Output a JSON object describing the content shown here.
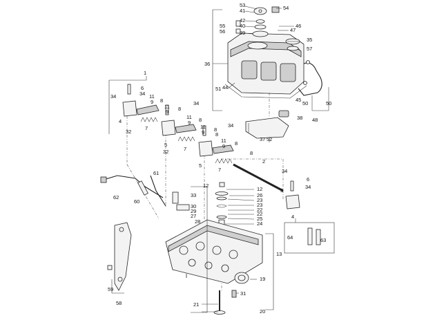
{
  "diagram": {
    "callouts": [
      {
        "id": "c53",
        "text": "53"
      },
      {
        "id": "c41",
        "text": "41"
      },
      {
        "id": "c54",
        "text": "54"
      },
      {
        "id": "c42",
        "text": "42"
      },
      {
        "id": "c40",
        "text": "40"
      },
      {
        "id": "c55",
        "text": "55"
      },
      {
        "id": "c56",
        "text": "56"
      },
      {
        "id": "c39",
        "text": "39"
      },
      {
        "id": "c46",
        "text": "46"
      },
      {
        "id": "c47",
        "text": "47"
      },
      {
        "id": "c35",
        "text": "35"
      },
      {
        "id": "c57",
        "text": "57"
      },
      {
        "id": "c36",
        "text": "36"
      },
      {
        "id": "c51",
        "text": "51"
      },
      {
        "id": "c44",
        "text": "44"
      },
      {
        "id": "c45",
        "text": "45"
      },
      {
        "id": "c50a",
        "text": "50"
      },
      {
        "id": "c50b",
        "text": "50"
      },
      {
        "id": "c48",
        "text": "48"
      },
      {
        "id": "c38",
        "text": "38"
      },
      {
        "id": "c52",
        "text": "52"
      },
      {
        "id": "c37",
        "text": "37"
      },
      {
        "id": "c1",
        "text": "1"
      },
      {
        "id": "c6a",
        "text": "6"
      },
      {
        "id": "c34a",
        "text": "34"
      },
      {
        "id": "c34b",
        "text": "34"
      },
      {
        "id": "c11a",
        "text": "11"
      },
      {
        "id": "c9a",
        "text": "9"
      },
      {
        "id": "c8a",
        "text": "8"
      },
      {
        "id": "c34c",
        "text": "34"
      },
      {
        "id": "c11b",
        "text": "11"
      },
      {
        "id": "c9b",
        "text": "9"
      },
      {
        "id": "c8b",
        "text": "8"
      },
      {
        "id": "c4a",
        "text": "4"
      },
      {
        "id": "c7a",
        "text": "7"
      },
      {
        "id": "c32a",
        "text": "32"
      },
      {
        "id": "c11c",
        "text": "11"
      },
      {
        "id": "c9c",
        "text": "9"
      },
      {
        "id": "c8c",
        "text": "8"
      },
      {
        "id": "c8d",
        "text": "8"
      },
      {
        "id": "c34d",
        "text": "34"
      },
      {
        "id": "c11d",
        "text": "11"
      },
      {
        "id": "c9d",
        "text": "9"
      },
      {
        "id": "c8e",
        "text": "8"
      },
      {
        "id": "c5a",
        "text": "5"
      },
      {
        "id": "c7b",
        "text": "7"
      },
      {
        "id": "c32b",
        "text": "32"
      },
      {
        "id": "c11e",
        "text": "11"
      },
      {
        "id": "c9e",
        "text": "9"
      },
      {
        "id": "c8f",
        "text": "8"
      },
      {
        "id": "c8g",
        "text": "8"
      },
      {
        "id": "c5b",
        "text": "5"
      },
      {
        "id": "c7c",
        "text": "7"
      },
      {
        "id": "c2",
        "text": "2"
      },
      {
        "id": "c3",
        "text": "3"
      },
      {
        "id": "c34e",
        "text": "34"
      },
      {
        "id": "c6b",
        "text": "6"
      },
      {
        "id": "c34f",
        "text": "34"
      },
      {
        "id": "c61",
        "text": "61"
      },
      {
        "id": "c62",
        "text": "62"
      },
      {
        "id": "c60",
        "text": "60"
      },
      {
        "id": "c12a",
        "text": "12"
      },
      {
        "id": "c12b",
        "text": "12"
      },
      {
        "id": "c26",
        "text": "26"
      },
      {
        "id": "c23a",
        "text": "23"
      },
      {
        "id": "c23b",
        "text": "23"
      },
      {
        "id": "c22a",
        "text": "22"
      },
      {
        "id": "c22b",
        "text": "22"
      },
      {
        "id": "c25",
        "text": "25"
      },
      {
        "id": "c24",
        "text": "24"
      },
      {
        "id": "c33",
        "text": "33"
      },
      {
        "id": "c30",
        "text": "30"
      },
      {
        "id": "c29",
        "text": "29"
      },
      {
        "id": "c27",
        "text": "27"
      },
      {
        "id": "c28",
        "text": "28"
      },
      {
        "id": "c4b",
        "text": "4"
      },
      {
        "id": "c64",
        "text": "64"
      },
      {
        "id": "c63",
        "text": "63"
      },
      {
        "id": "c13",
        "text": "13"
      },
      {
        "id": "c19",
        "text": "19"
      },
      {
        "id": "c31",
        "text": "31"
      },
      {
        "id": "c21",
        "text": "21"
      },
      {
        "id": "c20",
        "text": "20"
      },
      {
        "id": "c59",
        "text": "59"
      },
      {
        "id": "c58",
        "text": "58"
      }
    ]
  }
}
